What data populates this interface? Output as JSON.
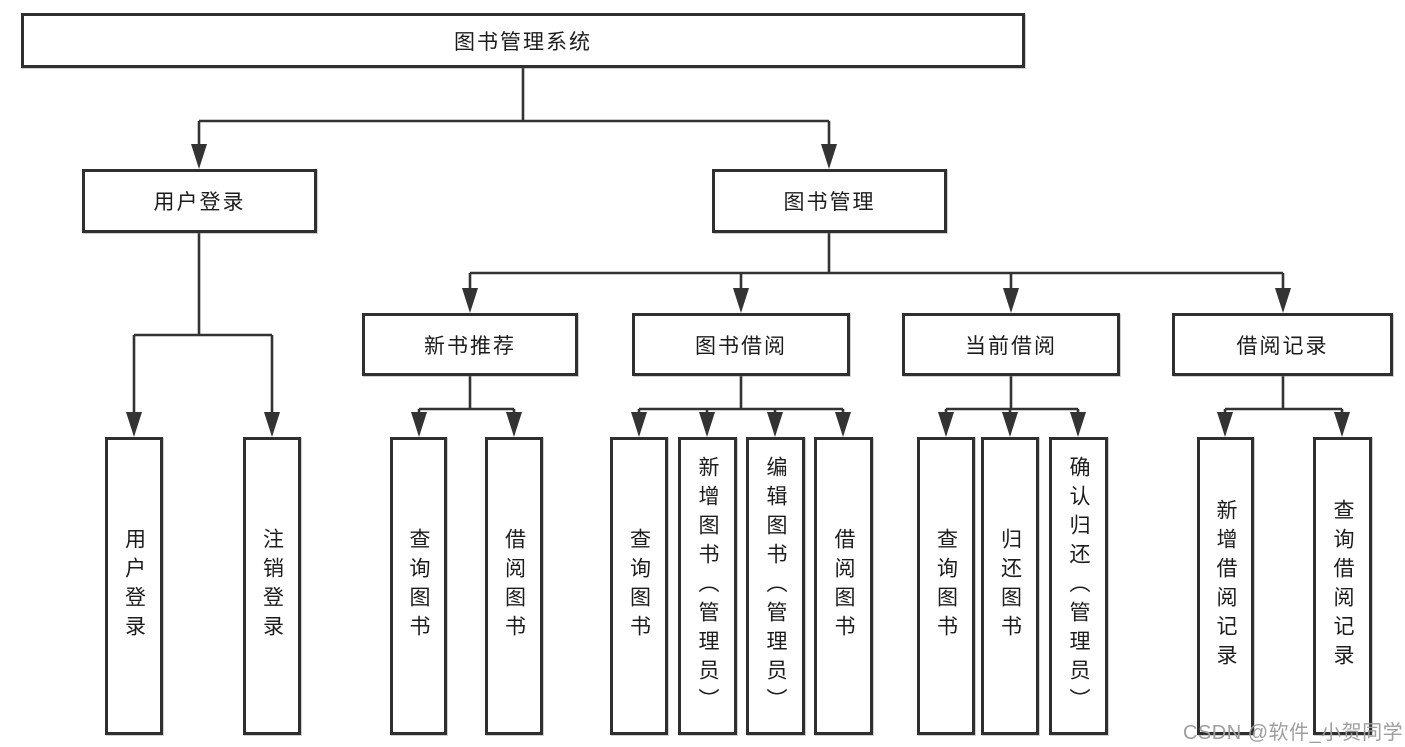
{
  "diagram": {
    "type": "tree",
    "title": "图书管理系统",
    "watermark": "CSDN @软件_小贺同学",
    "colors": {
      "background": "#ffffff",
      "line": "#333333",
      "box_border": "#2f2f2f",
      "text": "#1c1c1c",
      "watermark": "#9e9e9e"
    }
  },
  "nodes": {
    "root": {
      "label": "图书管理系统",
      "level": 1
    },
    "user_login": {
      "label": "用户登录",
      "level": 2,
      "parent": "root"
    },
    "book_mgmt": {
      "label": "图书管理",
      "level": 2,
      "parent": "root"
    },
    "new_book_rec": {
      "label": "新书推荐",
      "level": 3,
      "parent": "book_mgmt"
    },
    "book_borrow": {
      "label": "图书借阅",
      "level": 3,
      "parent": "book_mgmt"
    },
    "current_borrow": {
      "label": "当前借阅",
      "level": 3,
      "parent": "book_mgmt"
    },
    "borrow_record": {
      "label": "借阅记录",
      "level": 3,
      "parent": "book_mgmt"
    },
    "leaf_user_login": {
      "label": "用户登录",
      "level": 4,
      "parent": "user_login"
    },
    "leaf_logout": {
      "label": "注销登录",
      "level": 4,
      "parent": "user_login"
    },
    "leaf_query_book_1": {
      "label": "查询图书",
      "level": 4,
      "parent": "new_book_rec"
    },
    "leaf_borrow_book_1": {
      "label": "借阅图书",
      "level": 4,
      "parent": "new_book_rec"
    },
    "leaf_query_book_2": {
      "label": "查询图书",
      "level": 4,
      "parent": "book_borrow"
    },
    "leaf_add_book": {
      "label": "新增图书（管理员）",
      "level": 4,
      "parent": "book_borrow"
    },
    "leaf_edit_book": {
      "label": "编辑图书（管理员）",
      "level": 4,
      "parent": "book_borrow"
    },
    "leaf_borrow_book_2": {
      "label": "借阅图书",
      "level": 4,
      "parent": "book_borrow"
    },
    "leaf_query_book_3": {
      "label": "查询图书",
      "level": 4,
      "parent": "current_borrow"
    },
    "leaf_return_book": {
      "label": "归还图书",
      "level": 4,
      "parent": "current_borrow"
    },
    "leaf_confirm_return": {
      "label": "确认归还（管理员）",
      "level": 4,
      "parent": "current_borrow"
    },
    "leaf_add_record": {
      "label": "新增借阅记录",
      "level": 4,
      "parent": "borrow_record"
    },
    "leaf_query_record": {
      "label": "查询借阅记录",
      "level": 4,
      "parent": "borrow_record"
    }
  }
}
